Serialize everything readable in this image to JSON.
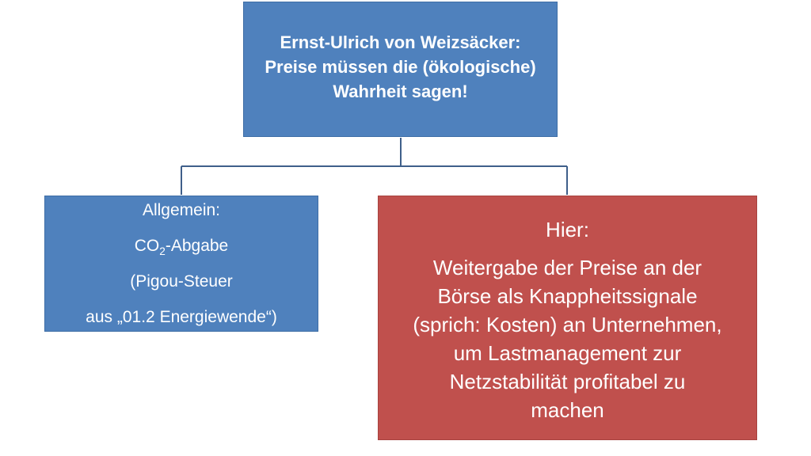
{
  "top_node": {
    "line1": "Ernst-Ulrich von Weizsäcker:",
    "line2": "Preise müssen die (ökologische)",
    "line3": "Wahrheit sagen!"
  },
  "left_node": {
    "line1": "Allgemein:",
    "co2_prefix": "CO",
    "co2_sub": "2",
    "co2_suffix": "-Abgabe",
    "line3": "(Pigou-Steuer",
    "line4": "aus „01.2 Energiewende“)"
  },
  "right_node": {
    "line1": "Hier:",
    "line2": "Weitergabe der Preise an der",
    "line3": "Börse als Knappheitssignale",
    "line4": "(sprich: Kosten) an Unternehmen,",
    "line5": "um Lastmanagement zur",
    "line6": "Netzstabilität profitabel zu",
    "line7": "machen"
  },
  "colors": {
    "blue_box": "#4f81bd",
    "red_box": "#c0504d",
    "connector": "#3f5f8a"
  }
}
